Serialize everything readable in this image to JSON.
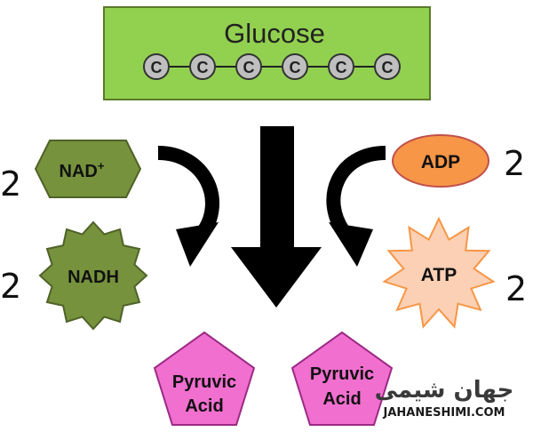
{
  "glucose": {
    "title": "Glucose",
    "carbons": [
      "C",
      "C",
      "C",
      "C",
      "C",
      "C"
    ]
  },
  "left": {
    "top_count": "2",
    "top_label": "NAD",
    "top_sup": "+",
    "bottom_count": "2",
    "bottom_label": "NADH"
  },
  "right": {
    "top_count": "2",
    "top_label": "ADP",
    "bottom_count": "2",
    "bottom_label": "ATP"
  },
  "products": [
    {
      "line1": "Pyruvic",
      "line2": "Acid"
    },
    {
      "line1": "Pyruvic",
      "line2": "Acid"
    }
  ],
  "watermark": {
    "arabic": "جهان شیمی",
    "latin": "JAHANESHIMI.COM"
  },
  "colors": {
    "glucose_fill": "#92d050",
    "nad_fill": "#76923c",
    "adp_fill": "#f79646",
    "pyruvic_fill": "#f06fcf",
    "arrow": "#000000"
  }
}
